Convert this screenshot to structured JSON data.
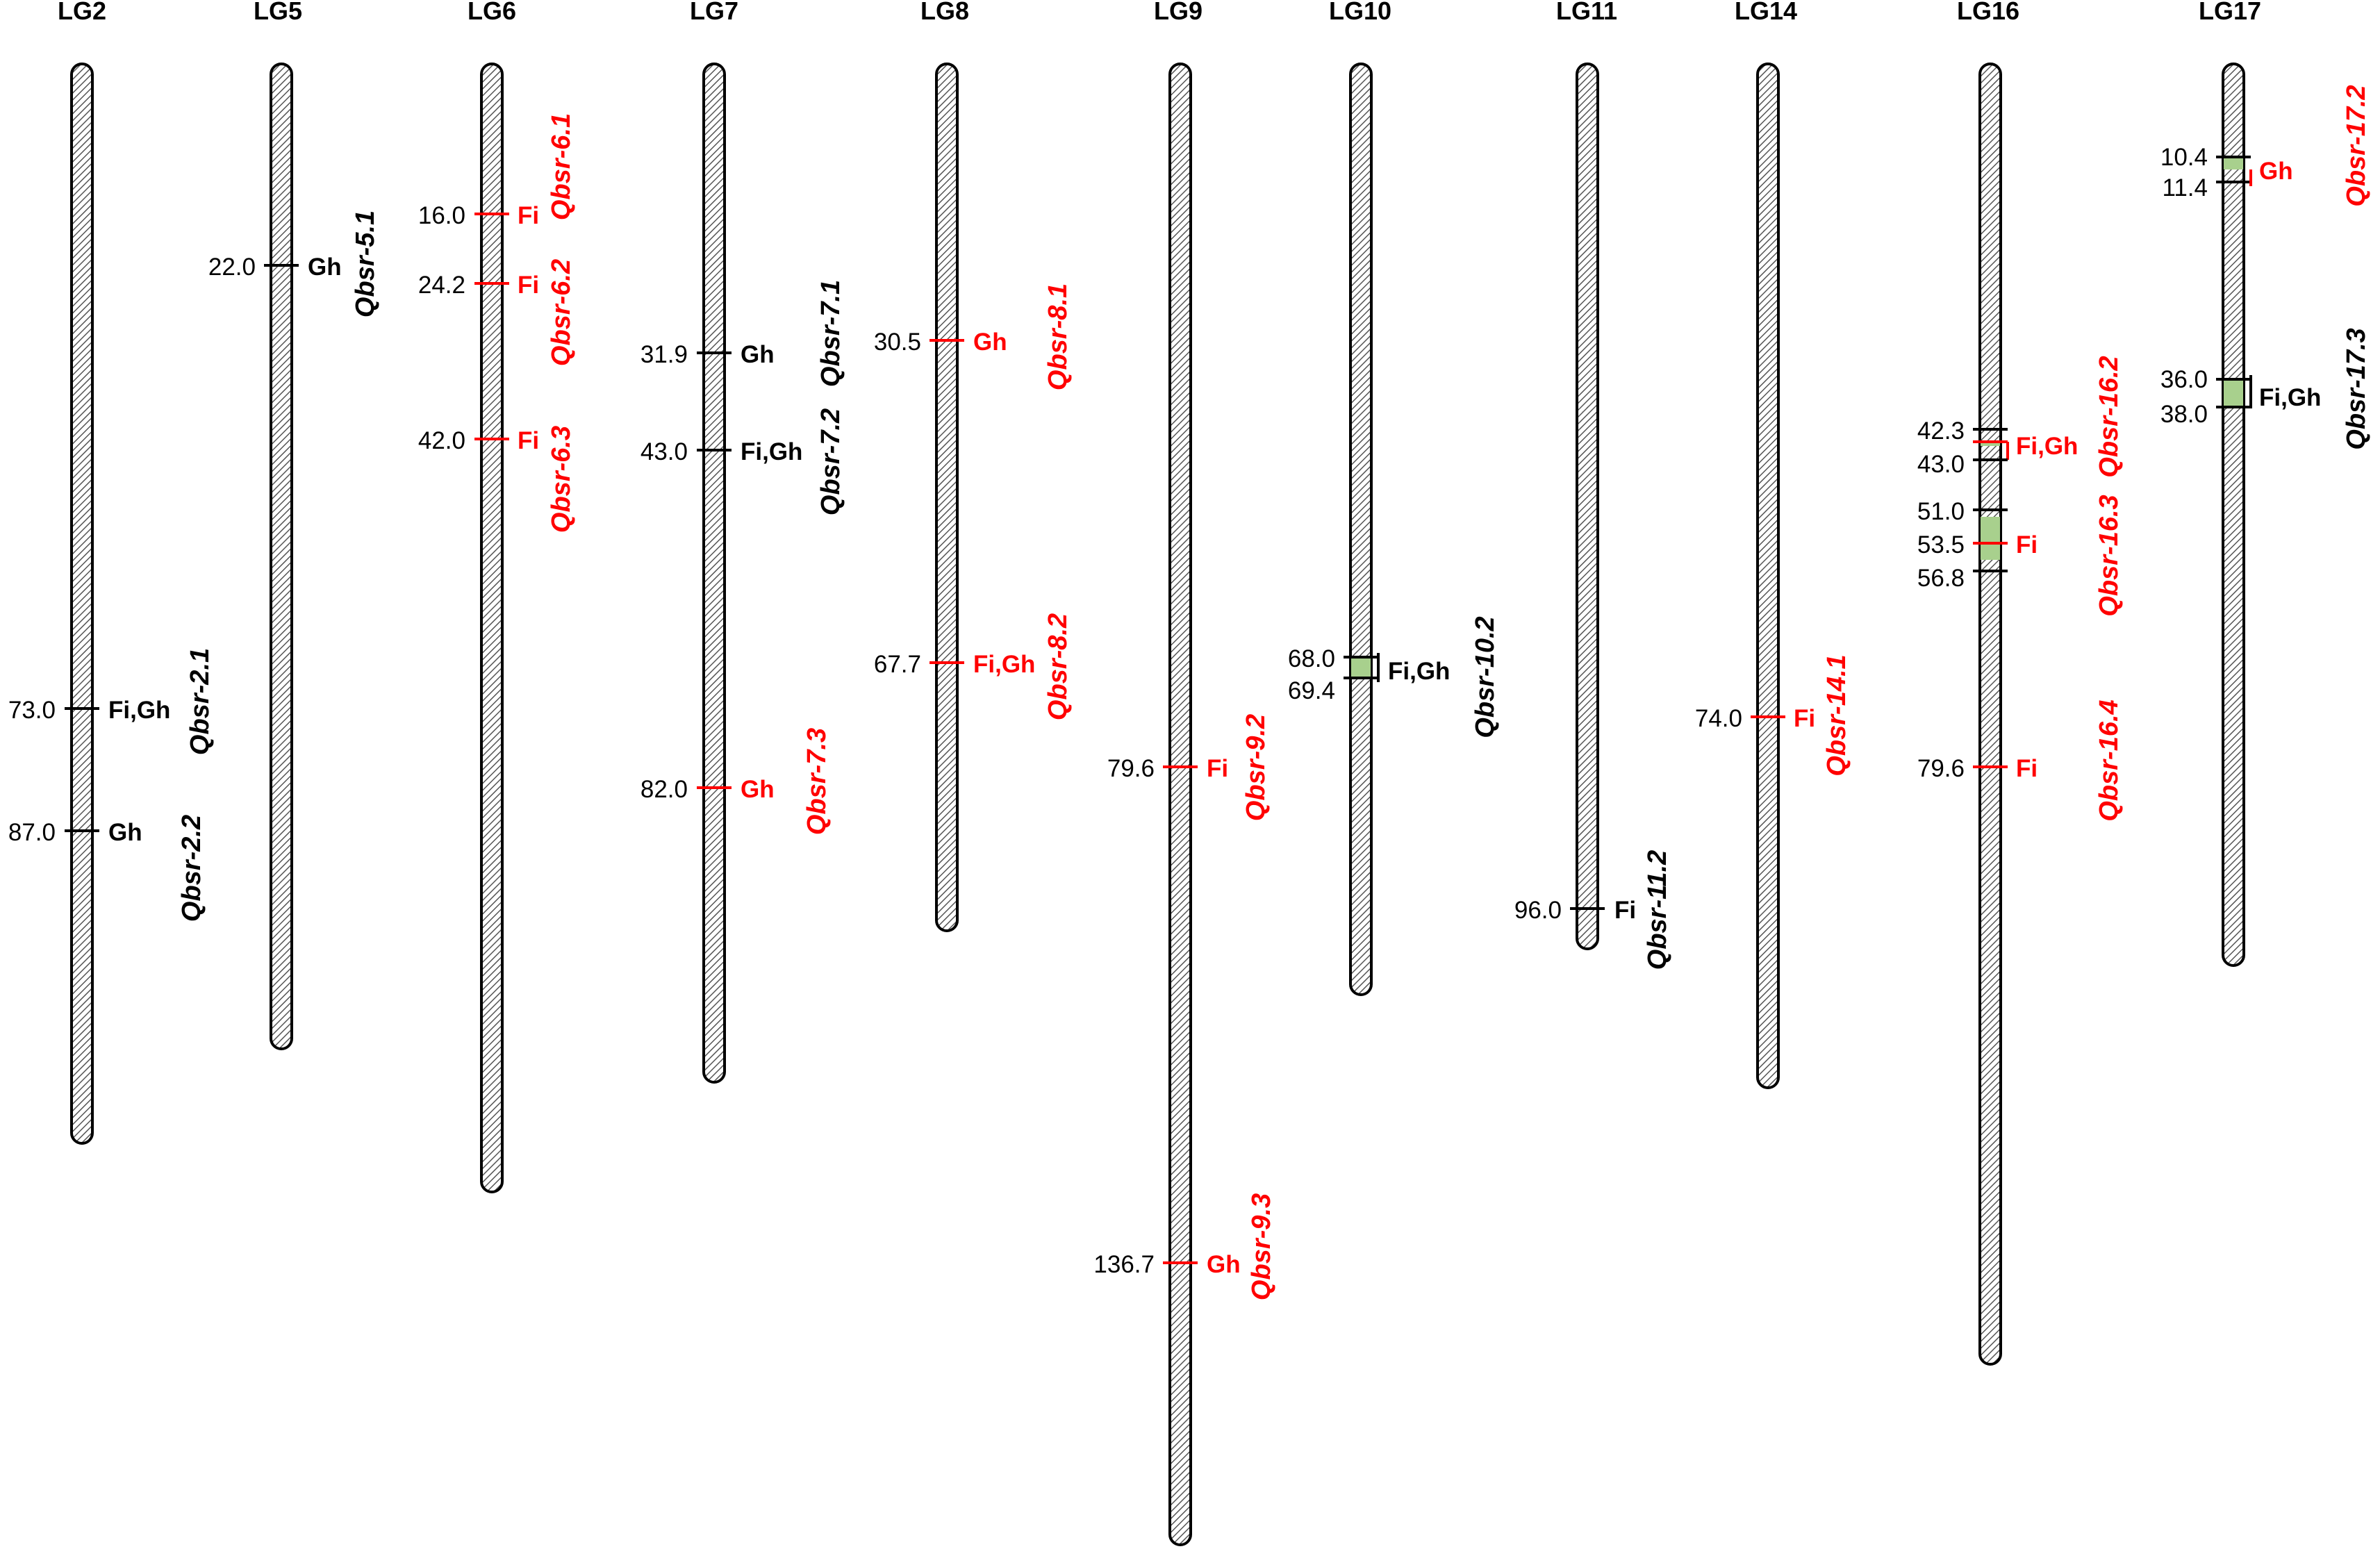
{
  "colors": {
    "red": "#ff0000",
    "black": "#000000",
    "interval_fill": "#a8d08d",
    "chromosome_outline": "#000000"
  },
  "linkage_groups": [
    {
      "id": "LG2",
      "markers": [
        {
          "pos": "73.0",
          "traits": "Fi,Gh",
          "color": "black"
        },
        {
          "pos": "87.0",
          "traits": "Gh",
          "color": "black"
        }
      ],
      "qtls": [
        {
          "name": "Qbsr-2.1",
          "color": "black"
        },
        {
          "name": "Qbsr-2.2",
          "color": "black"
        }
      ]
    },
    {
      "id": "LG5",
      "markers": [
        {
          "pos": "22.0",
          "traits": "Gh",
          "color": "black"
        }
      ],
      "qtls": [
        {
          "name": "Qbsr-5.1",
          "color": "black"
        }
      ]
    },
    {
      "id": "LG6",
      "markers": [
        {
          "pos": "16.0",
          "traits": "Fi",
          "color": "red"
        },
        {
          "pos": "24.2",
          "traits": "Fi",
          "color": "red"
        },
        {
          "pos": "42.0",
          "traits": "Fi",
          "color": "red"
        }
      ],
      "qtls": [
        {
          "name": "Qbsr-6.1",
          "color": "red"
        },
        {
          "name": "Qbsr-6.2",
          "color": "red"
        },
        {
          "name": "Qbsr-6.3",
          "color": "red"
        }
      ]
    },
    {
      "id": "LG7",
      "markers": [
        {
          "pos": "31.9",
          "traits": "Gh",
          "color": "black"
        },
        {
          "pos": "43.0",
          "traits": "Fi,Gh",
          "color": "black"
        },
        {
          "pos": "82.0",
          "traits": "Gh",
          "color": "red"
        }
      ],
      "qtls": [
        {
          "name": "Qbsr-7.1",
          "color": "black"
        },
        {
          "name": "Qbsr-7.2",
          "color": "black"
        },
        {
          "name": "Qbsr-7.3",
          "color": "red"
        }
      ]
    },
    {
      "id": "LG8",
      "markers": [
        {
          "pos": "30.5",
          "traits": "Gh",
          "color": "red"
        },
        {
          "pos": "67.7",
          "traits": "Fi,Gh",
          "color": "red"
        }
      ],
      "qtls": [
        {
          "name": "Qbsr-8.1",
          "color": "red"
        },
        {
          "name": "Qbsr-8.2",
          "color": "red"
        }
      ]
    },
    {
      "id": "LG9",
      "markers": [
        {
          "pos": "79.6",
          "traits": "Fi",
          "color": "red"
        },
        {
          "pos": "136.7",
          "traits": "Gh",
          "color": "red"
        }
      ],
      "qtls": [
        {
          "name": "Qbsr-9.2",
          "color": "red"
        },
        {
          "name": "Qbsr-9.3",
          "color": "red"
        }
      ]
    },
    {
      "id": "LG10",
      "markers": [
        {
          "pos": "68.0",
          "traits": "",
          "color": "black"
        },
        {
          "pos": "69.4",
          "traits": "",
          "color": "black"
        }
      ],
      "interval_traits": "Fi,Gh",
      "qtls": [
        {
          "name": "Qbsr-10.2",
          "color": "black"
        }
      ]
    },
    {
      "id": "LG11",
      "markers": [
        {
          "pos": "96.0",
          "traits": "Fi",
          "color": "black"
        }
      ],
      "qtls": [
        {
          "name": "Qbsr-11.2",
          "color": "black"
        }
      ]
    },
    {
      "id": "LG14",
      "markers": [
        {
          "pos": "74.0",
          "traits": "Fi",
          "color": "red"
        }
      ],
      "qtls": [
        {
          "name": "Qbsr-14.1",
          "color": "red"
        }
      ]
    },
    {
      "id": "LG16",
      "markers": [
        {
          "pos": "42.3",
          "traits": "Fi,Gh",
          "color": "red"
        },
        {
          "pos": "43.0",
          "traits": "",
          "color": "black"
        },
        {
          "pos": "51.0",
          "traits": "",
          "color": "black"
        },
        {
          "pos": "53.5",
          "traits": "Fi",
          "color": "red"
        },
        {
          "pos": "56.8",
          "traits": "",
          "color": "black"
        },
        {
          "pos": "79.6",
          "traits": "Fi",
          "color": "red"
        }
      ],
      "qtls": [
        {
          "name": "Qbsr-16.2",
          "color": "red"
        },
        {
          "name": "Qbsr-16.3",
          "color": "red"
        },
        {
          "name": "Qbsr-16.4",
          "color": "red"
        }
      ]
    },
    {
      "id": "LG17",
      "markers": [
        {
          "pos": "10.4",
          "traits": "",
          "color": "black"
        },
        {
          "pos": "11.4",
          "traits": "",
          "color": "black"
        },
        {
          "pos": "36.0",
          "traits": "",
          "color": "black"
        },
        {
          "pos": "38.0",
          "traits": "",
          "color": "black"
        }
      ],
      "interval_traits": [
        "Gh",
        "Fi,Gh"
      ],
      "qtls": [
        {
          "name": "Qbsr-17.2",
          "color": "red"
        },
        {
          "name": "Qbsr-17.3",
          "color": "black"
        }
      ]
    }
  ]
}
